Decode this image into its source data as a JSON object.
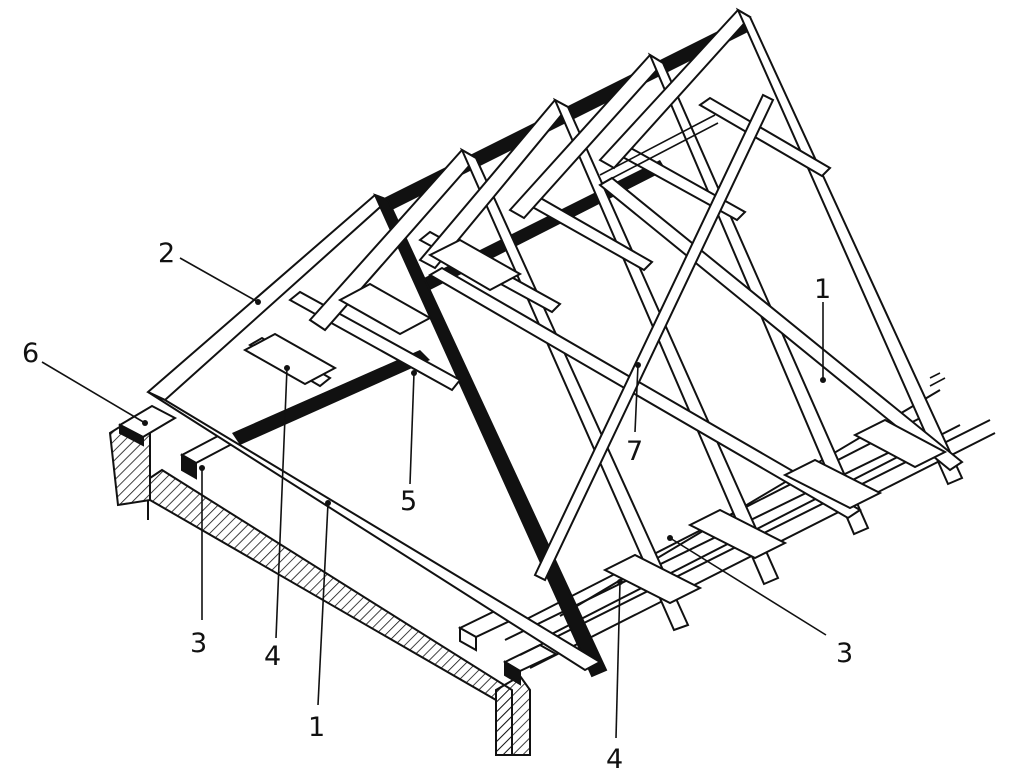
{
  "colors": {
    "ink": "#111111",
    "paper": "#ffffff",
    "hatch": "#111111"
  },
  "callouts": [
    {
      "id": "c1a",
      "text": "1"
    },
    {
      "id": "c1b",
      "text": "1"
    },
    {
      "id": "c2",
      "text": "2"
    },
    {
      "id": "c3a",
      "text": "3"
    },
    {
      "id": "c3b",
      "text": "3"
    },
    {
      "id": "c4a",
      "text": "4"
    },
    {
      "id": "c4b",
      "text": "4"
    },
    {
      "id": "c5",
      "text": "5"
    },
    {
      "id": "c6",
      "text": "6"
    },
    {
      "id": "c7",
      "text": "7"
    }
  ]
}
